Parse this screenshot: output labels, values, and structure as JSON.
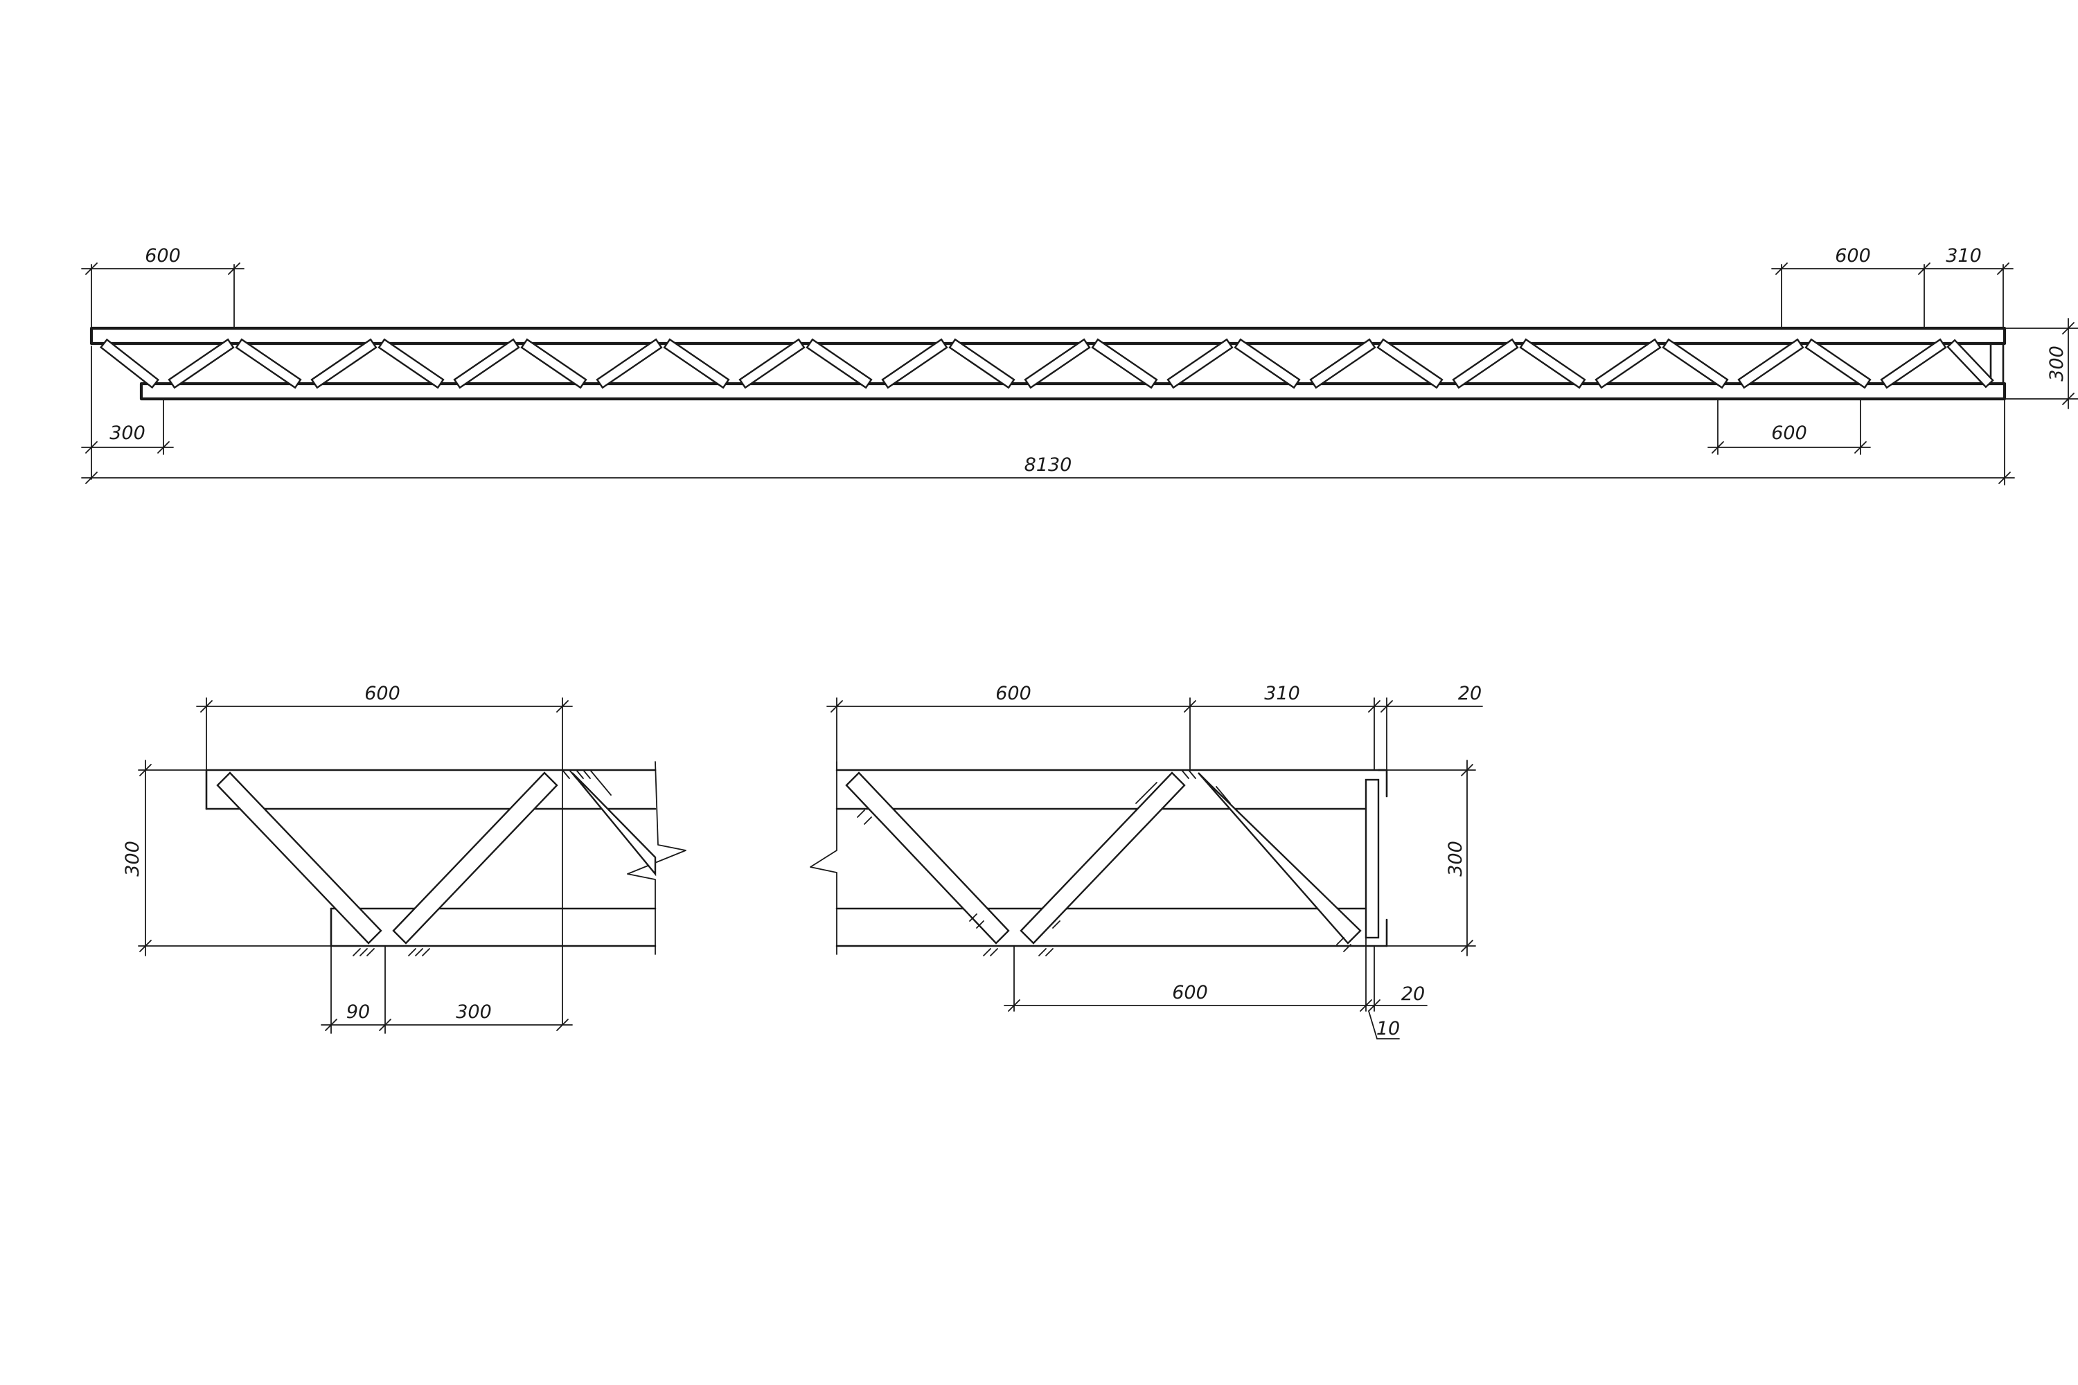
{
  "elevation": {
    "top_left_span": "600",
    "top_right_span": "600",
    "top_right_end": "310",
    "bottom_left_offset": "300",
    "bottom_right_span": "600",
    "overall_length": "8130",
    "height": "300",
    "panel_count": 13
  },
  "detail_left": {
    "top_span": "600",
    "height": "300",
    "bottom_offset": "90",
    "bottom_span": "300"
  },
  "detail_right": {
    "top_span": "600",
    "top_end": "310",
    "end_plate": "20",
    "height": "300",
    "bottom_span": "600",
    "bottom_plate": "20",
    "gap": "10"
  }
}
